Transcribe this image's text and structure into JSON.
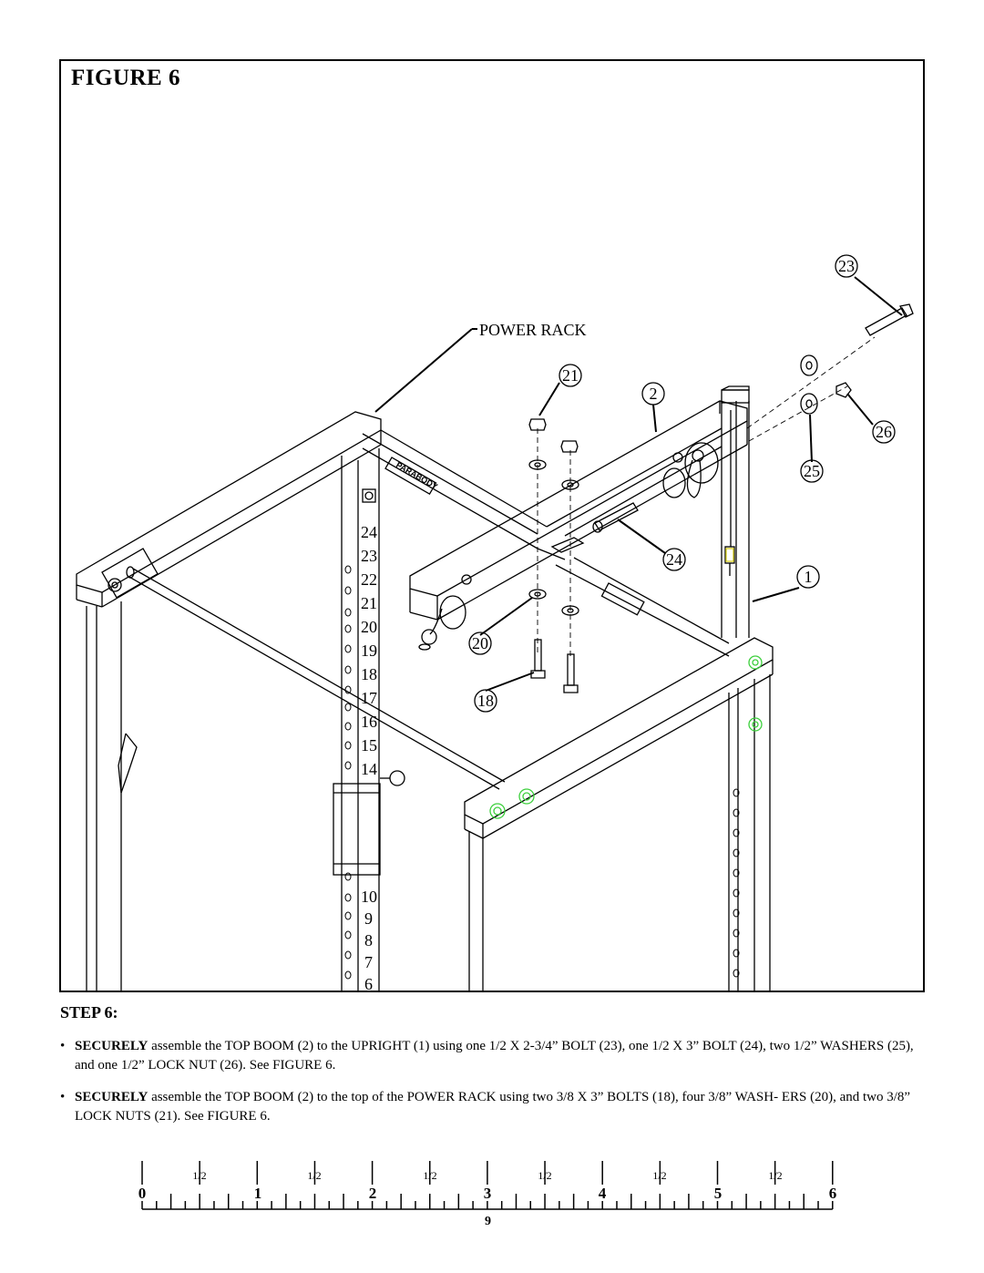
{
  "figure": {
    "title": "FIGURE 6",
    "power_rack_label": "POWER RACK",
    "callouts": [
      "23",
      "21",
      "2",
      "26",
      "25",
      "24",
      "1",
      "20",
      "18"
    ],
    "hole_numbers": [
      "24",
      "23",
      "22",
      "21",
      "20",
      "19",
      "18",
      "17",
      "16",
      "15",
      "14",
      "10",
      "9",
      "8",
      "7",
      "6"
    ],
    "brand_plate": "PARABODY"
  },
  "step": {
    "title": "STEP 6:",
    "bullet_symbol": "•",
    "b1_strong": "SECURELY",
    "b1_text": " assemble the TOP BOOM (2) to the UPRIGHT (1) using one 1/2 X 2-3/4” BOLT (23), one 1/2 X 3” BOLT (24), two 1/2” WASHERS (25), and one 1/2” LOCK NUT (26). See FIGURE 6.",
    "b2_strong": "SECURELY",
    "b2_text": " assemble the TOP BOOM (2) to the top of the POWER RACK using two 3/8 X 3” BOLTS (18), four 3/8” WASH- ERS (20), and two 3/8” LOCK NUTS (21). See FIGURE 6."
  },
  "ruler": {
    "numbers": [
      "0",
      "1",
      "2",
      "3",
      "4",
      "5",
      "6"
    ],
    "half_label": "1/2"
  },
  "page_number": "9",
  "colors": {
    "highlight": "#3ccf3c",
    "bolt_highlight": "#d8d020"
  }
}
